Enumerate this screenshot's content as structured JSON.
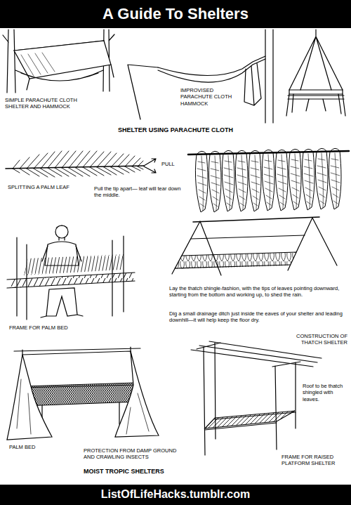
{
  "diagram": {
    "title": "A Guide To Shelters",
    "labels": [
      "SIMPLE PARACHUTE CLOTH SHELTER AND HAMMOCK",
      "IMPROVISED PARACHUTE CLOTH HAMMOCK",
      "SHELTER USING PARACHUTE CLOTH",
      "PULL",
      "SPLITTING A PALM LEAF",
      "Pull the tip apart— leaf will tear down the middle.",
      "FRAME FOR PALM BED",
      "Lay the thatch shingle-fashion, with the tips of leaves pointing downward, starting from the bottom and working up, to shed the rain.",
      "Dig a small drainage ditch just inside the eaves of your shelter and leading downhill—it will help keep the floor dry.",
      "CONSTRUCTION OF THATCH SHELTER",
      "Roof to be thatch shingled with leaves.",
      "PALM BED",
      "PROTECTION FROM DAMP GROUND AND CRAWLING INSECTS",
      "FRAME FOR RAISED PLATFORM SHELTER",
      "MOIST TROPIC SHELTERS",
      "ListOfLifeHacks.tumblr.com"
    ]
  }
}
